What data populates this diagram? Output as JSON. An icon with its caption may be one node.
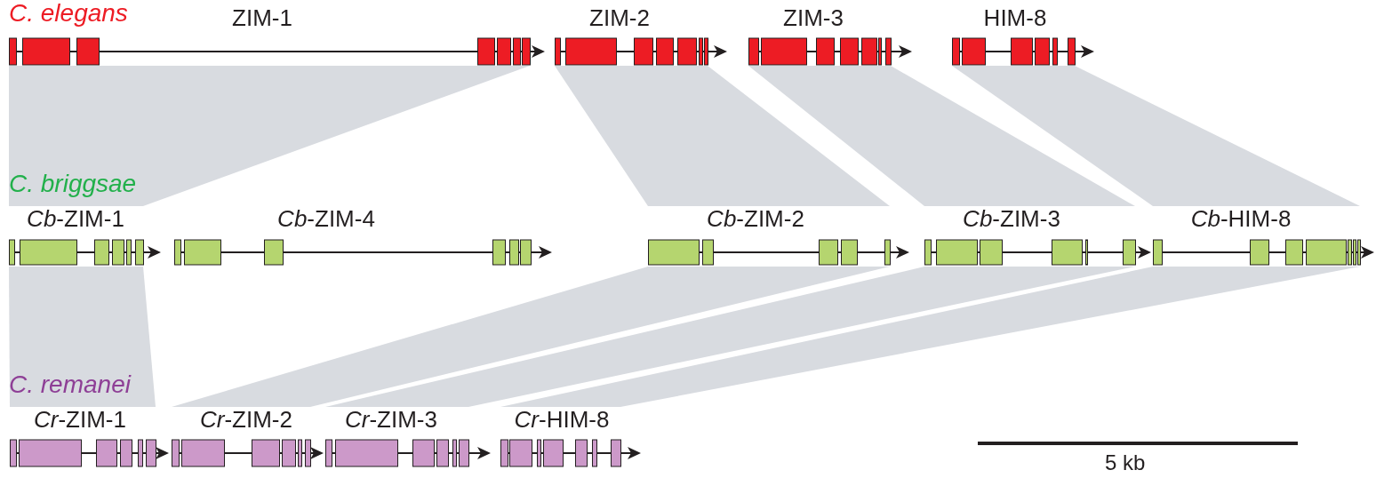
{
  "diagram": {
    "nodes": [
      {
        "text": [
          "ZIM-1"
        ]
      },
      {
        "text": [
          "ZIM-2"
        ]
      },
      {
        "text": [
          "ZIM-3"
        ]
      },
      {
        "text": [
          "HIM-8"
        ]
      },
      {
        "text": [
          "*Cb*-ZIM-1"
        ]
      },
      {
        "text": [
          "*Cb*-ZIM-4"
        ]
      },
      {
        "text": [
          "*Cb*-ZIM-2"
        ]
      },
      {
        "text": [
          "*Cb*-ZIM-3"
        ]
      },
      {
        "text": [
          "*Cb*-HIM-8"
        ]
      },
      {
        "text": [
          "*Cr*-ZIM-1"
        ]
      },
      {
        "text": [
          "*Cr*-ZIM-2"
        ]
      },
      {
        "text": [
          "*Cr*-ZIM-3"
        ]
      },
      {
        "text": [
          "*Cr*-HIM-8"
        ]
      }
    ],
    "edges": [
      {
        "from": 0,
        "to": 4,
        "arrow": "none"
      },
      {
        "from": 1,
        "to": 6,
        "arrow": "none"
      },
      {
        "from": 2,
        "to": 7,
        "arrow": "none"
      },
      {
        "from": 3,
        "to": 8,
        "arrow": "none"
      },
      {
        "from": 4,
        "to": 9,
        "arrow": "none"
      },
      {
        "from": 6,
        "to": 10,
        "arrow": "none"
      },
      {
        "from": 7,
        "to": 11,
        "arrow": "none"
      },
      {
        "from": 8,
        "to": 12,
        "arrow": "none"
      }
    ],
    "labels": [
      "C. elegans",
      "C. briggsae",
      "C. remanei",
      "5 kb"
    ]
  }
}
